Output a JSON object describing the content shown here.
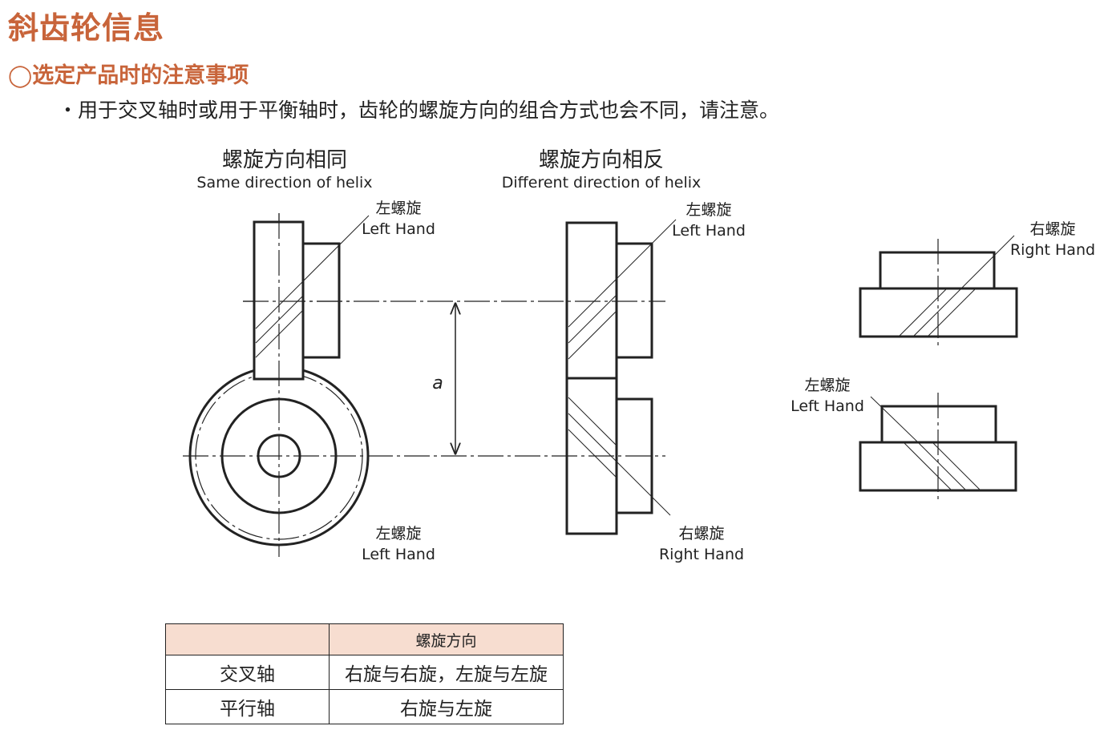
{
  "header": {
    "title": "斜齿轮信息",
    "subtitle": "◯选定产品时的注意事项",
    "note": "・用于交叉轴时或用于平衡轴时，齿轮的螺旋方向的组合方式也会不同，请注意。"
  },
  "diagram": {
    "same": {
      "cn": "螺旋方向相同",
      "en": "Same direction of helix"
    },
    "diff": {
      "cn": "螺旋方向相反",
      "en": "Different direction of helix"
    },
    "left_cn": "左螺旋",
    "left_en": "Left Hand",
    "right_cn": "右螺旋",
    "right_en": "Right Hand",
    "center_distance": "a"
  },
  "table": {
    "header": [
      "",
      "螺旋方向"
    ],
    "rows": [
      [
        "交叉轴",
        "右旋与右旋，左旋与左旋"
      ],
      [
        "平行轴",
        "右旋与左旋"
      ]
    ]
  }
}
